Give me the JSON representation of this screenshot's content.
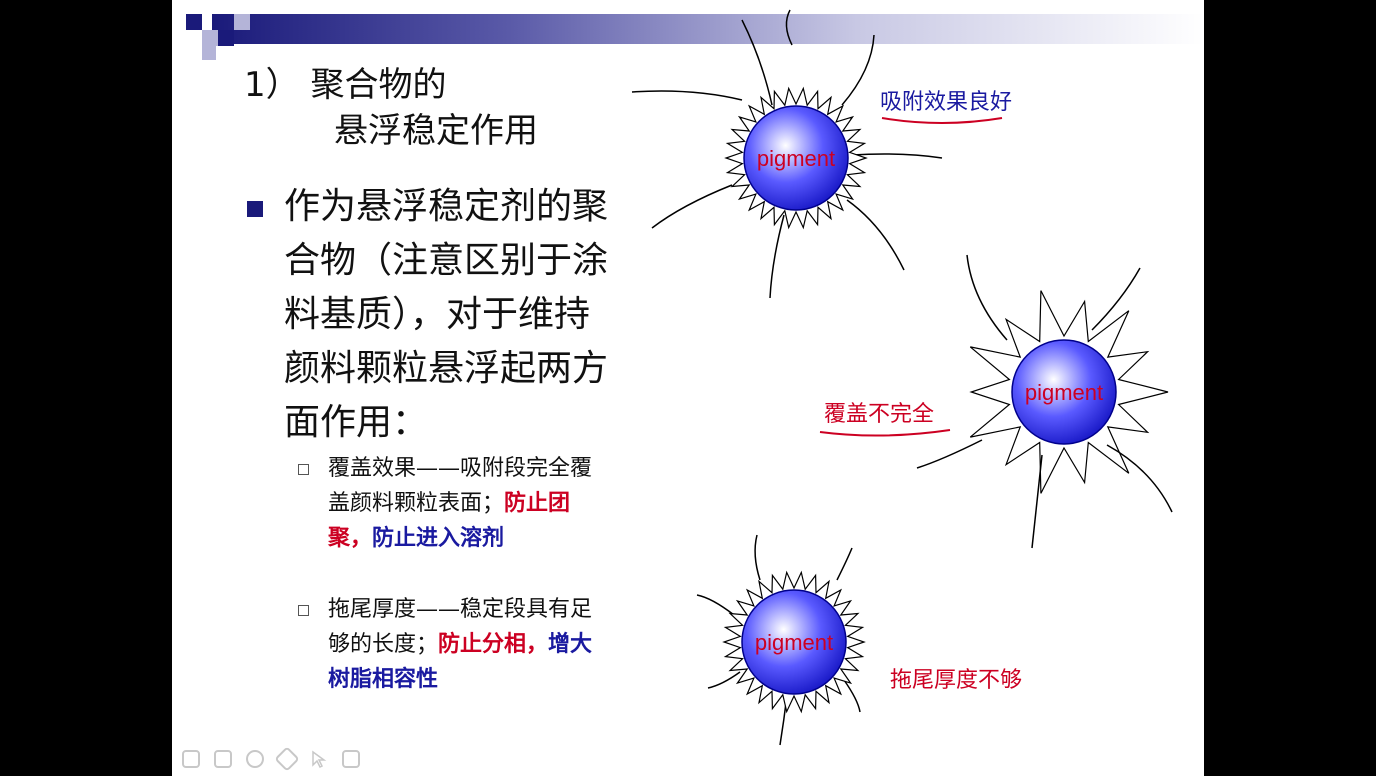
{
  "title": {
    "line1": "1） 聚合物的",
    "line2": "悬浮稳定作用"
  },
  "main_bullet": "作为悬浮稳定剂的聚合物（注意区别于涂料基质），对于维持颜料颗粒悬浮起两方面作用：",
  "sub1": {
    "black": "覆盖效果——吸附段完全覆盖颜料颗粒表面；",
    "red": "防止团聚，",
    "blue": "防止进入溶剂"
  },
  "sub2": {
    "black": "拖尾厚度——稳定段具有足够的长度；",
    "red": "防止分相，",
    "blue": "增大树脂相容性"
  },
  "diagram": {
    "pigment_label": "pigment",
    "label_good": "吸附效果良好",
    "label_incomplete": "覆盖不完全",
    "label_short": "拖尾厚度不够"
  },
  "colors": {
    "accent": "#1a1a7a",
    "red": "#cc0022",
    "blue": "#1a1aa0"
  },
  "toolbar": [
    "pen-icon",
    "slide-icon",
    "eraser-icon",
    "highlighter-icon",
    "pointer-icon",
    "screen-icon"
  ]
}
